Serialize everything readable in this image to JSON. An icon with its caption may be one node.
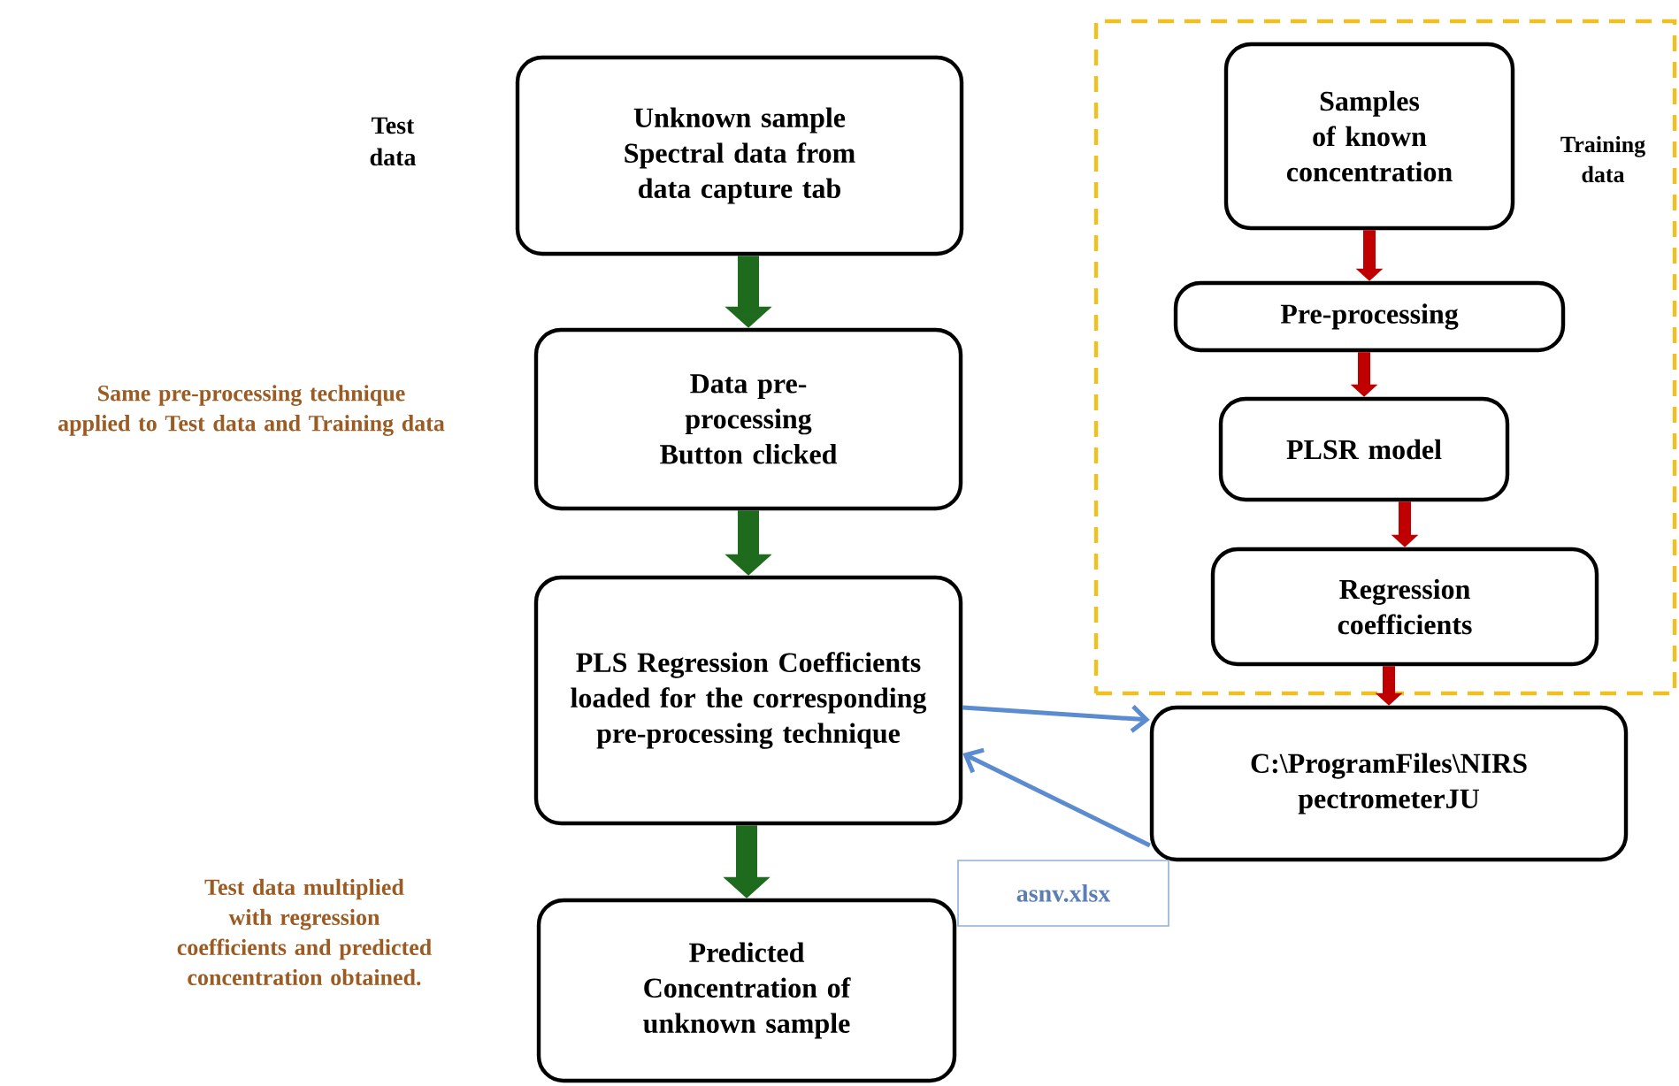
{
  "diagram": {
    "nodes": [
      {
        "text": [
          "Unknown sample Spectral data from data capture tab"
        ]
      },
      {
        "text": [
          "Data pre-processing Button clicked"
        ]
      },
      {
        "text": [
          "PLS Regression Coefficients loaded for the corresponding pre-processing technique"
        ]
      },
      {
        "text": [
          "Predicted Concentration of unknown sample"
        ]
      },
      {
        "text": [
          "Training data"
        ]
      },
      {
        "text": [
          "Samples of known concentration"
        ],
        "in": 4
      },
      {
        "text": [
          "Pre-processing"
        ],
        "in": 4
      },
      {
        "text": [
          "PLSR model"
        ],
        "in": 4
      },
      {
        "text": [
          "Regression coefficients"
        ],
        "in": 4
      },
      {
        "text": [
          "C:\\ProgramFiles\\NIRS pectrometerJU"
        ]
      },
      {
        "text": [
          "asnv.xlsx"
        ]
      }
    ],
    "edges": [
      {
        "from": 0,
        "to": 1,
        "arrow": "to",
        "color": "#1e6b1e"
      },
      {
        "from": 1,
        "to": 2,
        "arrow": "to",
        "color": "#1e6b1e"
      },
      {
        "from": 2,
        "to": 3,
        "arrow": "to",
        "color": "#1e6b1e"
      },
      {
        "from": 5,
        "to": 6,
        "arrow": "to",
        "color": "#c00000"
      },
      {
        "from": 6,
        "to": 7,
        "arrow": "to",
        "color": "#c00000"
      },
      {
        "from": 7,
        "to": 8,
        "arrow": "to",
        "color": "#c00000"
      },
      {
        "from": 8,
        "to": 9,
        "arrow": "to",
        "color": "#c00000"
      },
      {
        "from": 2,
        "to": 9,
        "arrow": "to",
        "color": "#5b8bd0"
      },
      {
        "from": 9,
        "to": 2,
        "arrow": "to",
        "color": "#5b8bd0"
      }
    ],
    "labels": [
      "Test data",
      "Same pre-processing technique applied to Test data and Training data",
      "Test data multiplied with regression coefficients and predicted concentration obtained."
    ]
  }
}
